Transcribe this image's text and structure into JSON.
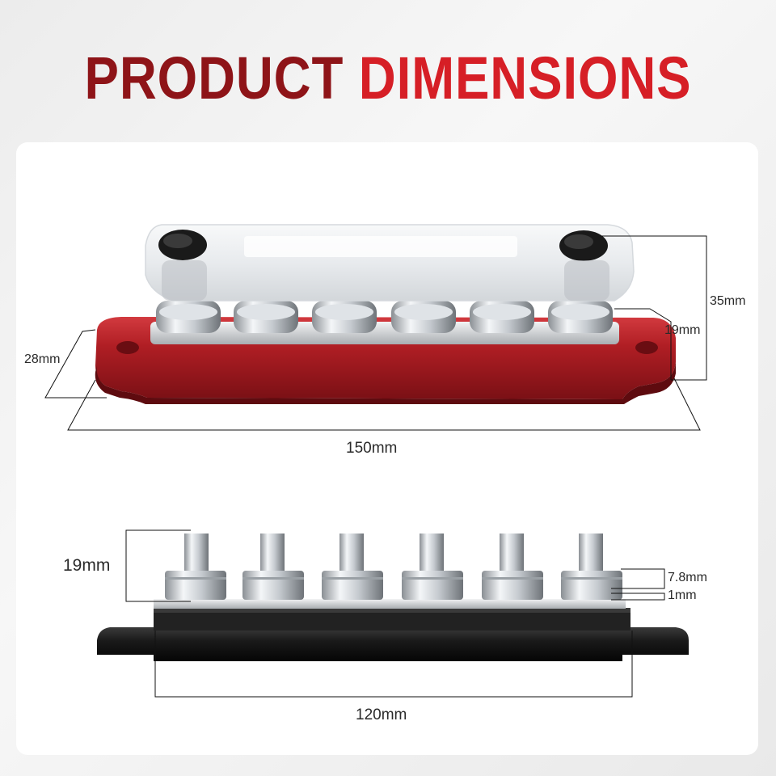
{
  "header": {
    "title_part1": "PRODUCT",
    "title_part2": "DIMENSIONS"
  },
  "top_view": {
    "dimensions": {
      "height_total": "35mm",
      "height_base": "19mm",
      "depth": "28mm",
      "length": "150mm"
    },
    "colors": {
      "base": "#b01e24",
      "cover": "#f2f4f6"
    },
    "stud_count": 6
  },
  "side_view": {
    "dimensions": {
      "stud_height": "19mm",
      "nut_height": "7.8mm",
      "bar_thickness": "1mm",
      "stud_spacing": "120mm"
    },
    "colors": {
      "base": "#161616"
    },
    "stud_count": 6
  },
  "colors": {
    "title_dark": "#8e1418",
    "title_red": "#d61f26"
  }
}
